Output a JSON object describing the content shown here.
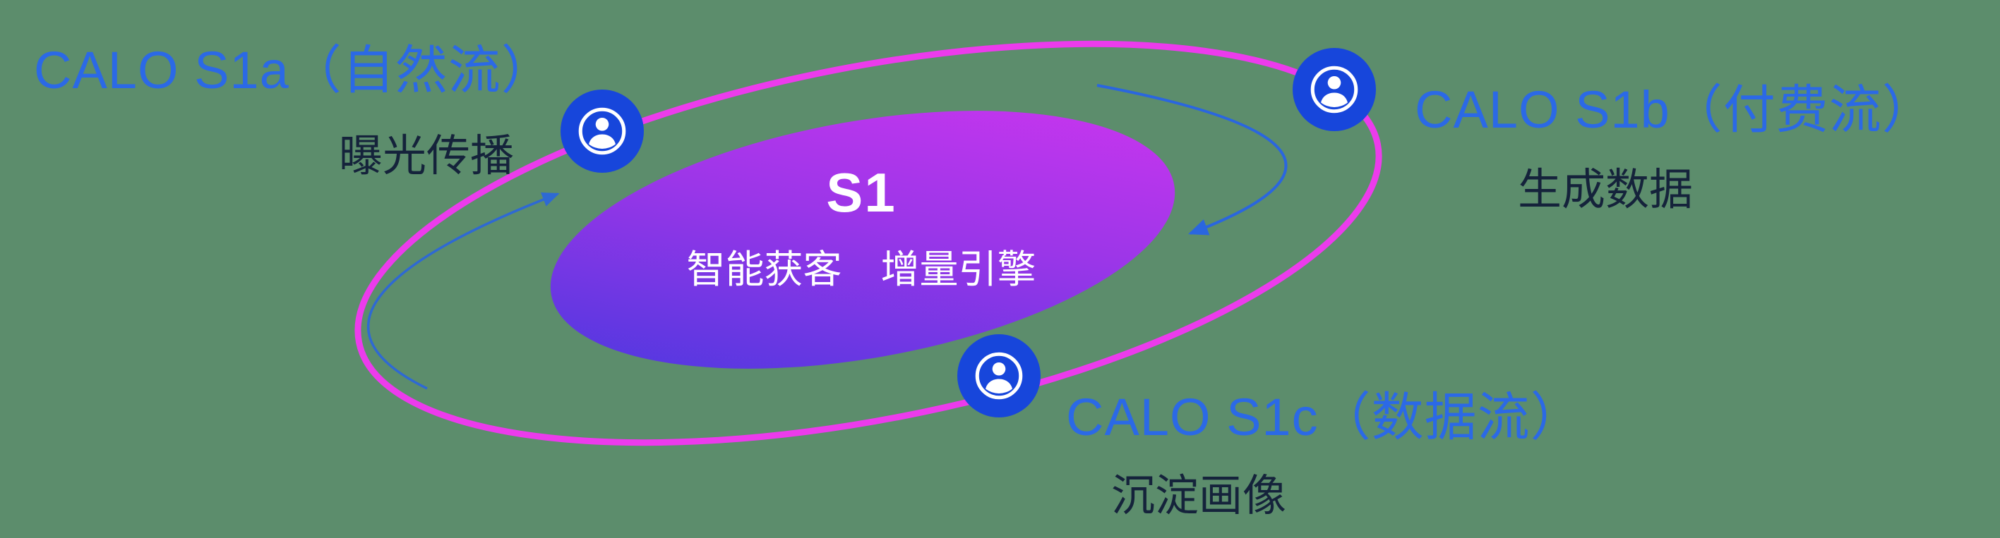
{
  "diagram": {
    "core": {
      "title": "S1",
      "subtitle": "智能获客　增量引擎"
    },
    "branches": [
      {
        "id": "s1a",
        "label": "CALO S1a（自然流）",
        "sublabel": "曝光传播"
      },
      {
        "id": "s1b",
        "label": "CALO S1b（付费流）",
        "sublabel": "生成数据"
      },
      {
        "id": "s1c",
        "label": "CALO S1c（数据流）",
        "sublabel": "沉淀画像"
      }
    ],
    "icons": [
      {
        "name": "user-in-circle-icon",
        "meaning": "audience / user node on orbit"
      }
    ],
    "colors": {
      "background": "#5C8D6C",
      "orbit_ring": "#EC3BEC",
      "node_fill": "#1746DB",
      "node_glyph": "#FFFFFF",
      "branch_label_blue": "#2B69E6",
      "branch_sublabel_dark": "#15233B",
      "core_gradient_start": "#4238DE",
      "core_gradient_end": "#D335F0",
      "core_text": "#FFFFFF",
      "arrow_blue": "#2A66DF"
    }
  }
}
